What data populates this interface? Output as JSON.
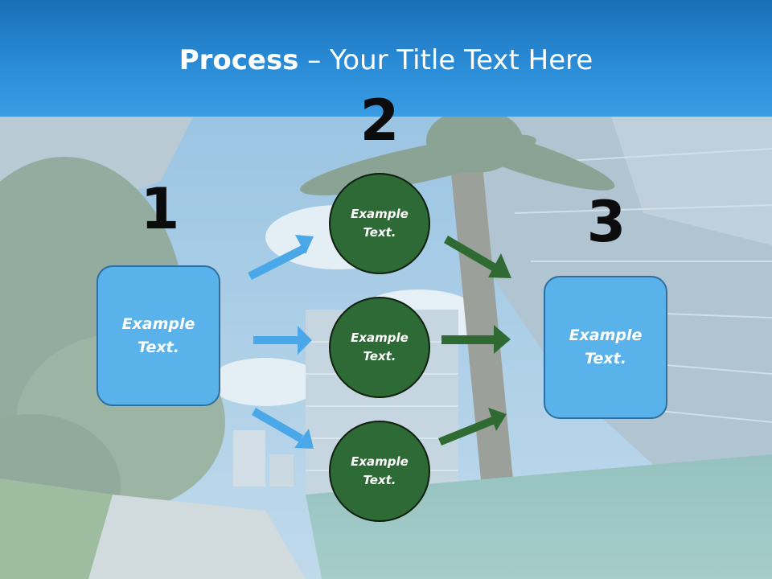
{
  "header": {
    "title_bold": "Process",
    "title_rest": " – Your Title Text Here"
  },
  "steps": {
    "one": "1",
    "two": "2",
    "three": "3"
  },
  "input_box": {
    "text": "Example Text."
  },
  "process_circles": [
    {
      "text": "Example Text."
    },
    {
      "text": "Example Text."
    },
    {
      "text": "Example Text."
    }
  ],
  "output_box": {
    "text": "Example Text."
  },
  "colors": {
    "header_blue": "#2a8bd6",
    "box_fill": "#5ab2ea",
    "box_border": "#2f6f9f",
    "circle_fill": "#2e6a35",
    "circle_border": "#0e1e10",
    "input_arrow": "#4aa8e8",
    "output_arrow": "#2f6a33"
  },
  "icons": {
    "input_arrows": "arrow-right-icon",
    "output_arrows": "arrow-right-icon"
  }
}
